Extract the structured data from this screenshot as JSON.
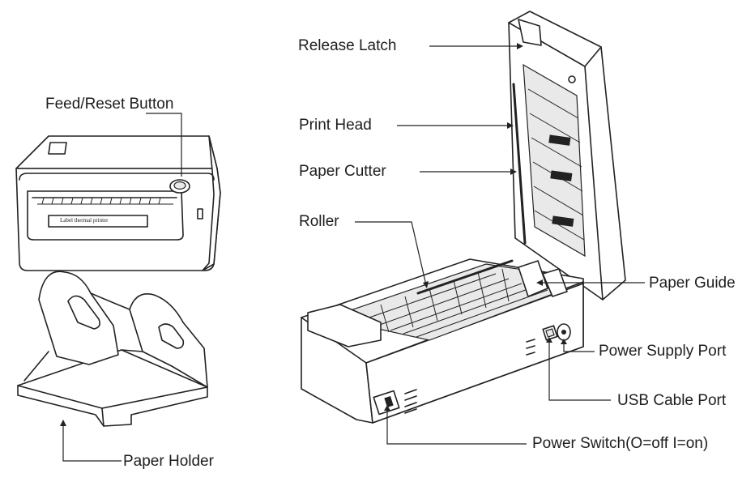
{
  "labels": {
    "feed_reset_button": "Feed/Reset Button",
    "paper_holder": "Paper Holder",
    "release_latch": "Release Latch",
    "print_head": "Print Head",
    "paper_cutter": "Paper Cutter",
    "roller": "Roller",
    "paper_guide": "Paper Guide",
    "power_supply_port": "Power Supply Port",
    "usb_cable_port": "USB Cable Port",
    "power_switch": "Power Switch(O=off I=on)"
  },
  "device_text": {
    "front_label": "Label thermal printer"
  }
}
